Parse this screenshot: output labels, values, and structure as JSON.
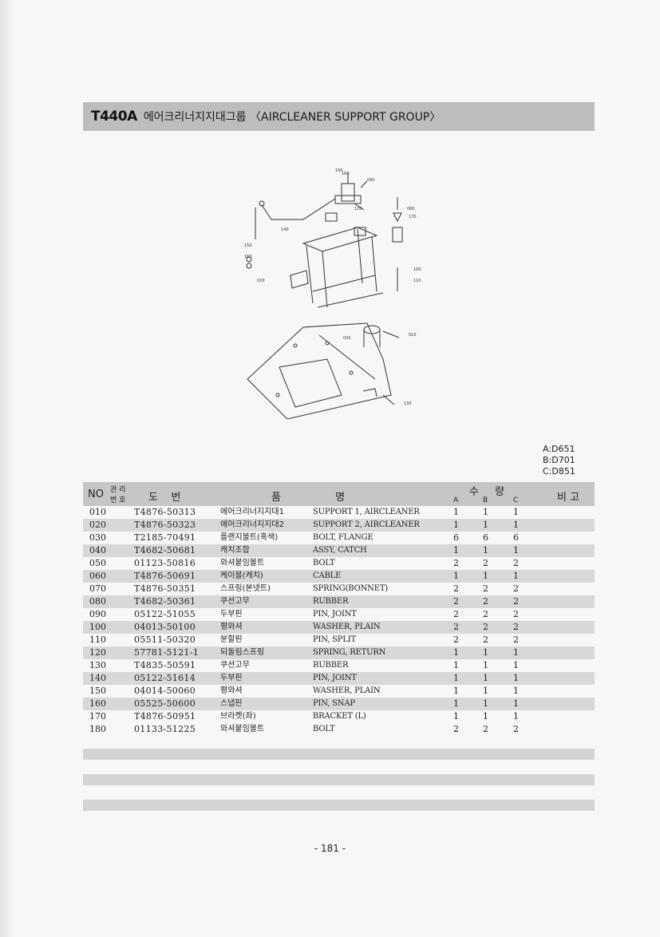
{
  "title": {
    "model": "T440A",
    "text": "에어크리너지지대그룹 〈AIRCLEANER SUPPORT GROUP〉"
  },
  "diagram": {
    "callouts": [
      "180",
      "120",
      "190",
      "140",
      "150",
      "160",
      "090",
      "080",
      "170",
      "100",
      "110",
      "010",
      "130",
      "030",
      "020"
    ]
  },
  "models": [
    "A:D651",
    "B:D701",
    "C:D851"
  ],
  "table": {
    "headers": {
      "no": "NO",
      "mgmt_top": "관 리",
      "mgmt_bottom": "번 호",
      "part_no": "도    번",
      "name_left": "품",
      "name_right": "명",
      "qty_left": "수",
      "qty_right": "량",
      "col_a": "A",
      "col_b": "B",
      "col_c": "C",
      "remarks": "비 고"
    },
    "rows": [
      {
        "no": "010",
        "part": "T4876-50313",
        "ko": "에어크리너지지대1",
        "en": "SUPPORT 1, AIRCLEANER",
        "a": "1",
        "b": "1",
        "c": "1"
      },
      {
        "no": "020",
        "part": "T4876-50323",
        "ko": "에어크리너지지대2",
        "en": "SUPPORT 2, AIRCLEANER",
        "a": "1",
        "b": "1",
        "c": "1"
      },
      {
        "no": "030",
        "part": "T2185-70491",
        "ko": "플랜지볼트(흑색)",
        "en": "BOLT, FLANGE",
        "a": "6",
        "b": "6",
        "c": "6"
      },
      {
        "no": "040",
        "part": "T4682-50681",
        "ko": "캐치조합",
        "en": "ASSY, CATCH",
        "a": "1",
        "b": "1",
        "c": "1"
      },
      {
        "no": "050",
        "part": "01123-50816",
        "ko": "와셔붙임볼트",
        "en": "BOLT",
        "a": "2",
        "b": "2",
        "c": "2"
      },
      {
        "no": "060",
        "part": "T4876-50691",
        "ko": "케이블(캐치)",
        "en": "CABLE",
        "a": "1",
        "b": "1",
        "c": "1"
      },
      {
        "no": "070",
        "part": "T4876-50351",
        "ko": "스프링(본넷트)",
        "en": "SPRING(BONNET)",
        "a": "2",
        "b": "2",
        "c": "2"
      },
      {
        "no": "080",
        "part": "T4682-50361",
        "ko": "쿠션고무",
        "en": "RUBBER",
        "a": "2",
        "b": "2",
        "c": "2"
      },
      {
        "no": "090",
        "part": "05122-51055",
        "ko": "두부핀",
        "en": "PIN, JOINT",
        "a": "2",
        "b": "2",
        "c": "2"
      },
      {
        "no": "100",
        "part": "04013-50100",
        "ko": "평와셔",
        "en": "WASHER, PLAIN",
        "a": "2",
        "b": "2",
        "c": "2"
      },
      {
        "no": "110",
        "part": "05511-50320",
        "ko": "분할핀",
        "en": "PIN, SPLIT",
        "a": "2",
        "b": "2",
        "c": "2"
      },
      {
        "no": "120",
        "part": "57781-5121-1",
        "ko": "되돌림스프링",
        "en": "SPRING, RETURN",
        "a": "1",
        "b": "1",
        "c": "1"
      },
      {
        "no": "130",
        "part": "T4835-50591",
        "ko": "쿠션고무",
        "en": "RUBBER",
        "a": "1",
        "b": "1",
        "c": "1"
      },
      {
        "no": "140",
        "part": "05122-51614",
        "ko": "두부핀",
        "en": "PIN, JOINT",
        "a": "1",
        "b": "1",
        "c": "1"
      },
      {
        "no": "150",
        "part": "04014-50060",
        "ko": "평와셔",
        "en": "WASHER, PLAIN",
        "a": "1",
        "b": "1",
        "c": "1"
      },
      {
        "no": "160",
        "part": "05525-50600",
        "ko": "스냅핀",
        "en": "PIN, SNAP",
        "a": "1",
        "b": "1",
        "c": "1"
      },
      {
        "no": "170",
        "part": "T4876-50951",
        "ko": "브라켓(좌)",
        "en": "BRACKET (L)",
        "a": "1",
        "b": "1",
        "c": "1"
      },
      {
        "no": "180",
        "part": "01133-51225",
        "ko": "와셔붙임볼트",
        "en": "BOLT",
        "a": "2",
        "b": "2",
        "c": "2"
      }
    ]
  },
  "page_number": "- 181 -"
}
